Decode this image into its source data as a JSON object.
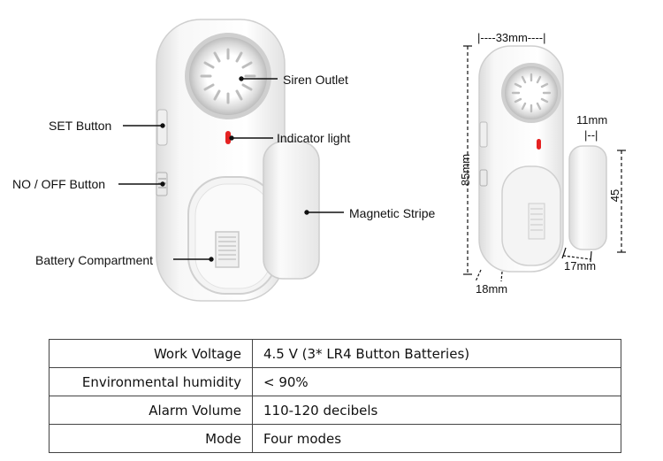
{
  "labels": {
    "siren_outlet": "Siren Outlet",
    "indicator_light": "Indicator light",
    "set_button": "SET Button",
    "no_off_button": "NO / OFF Button",
    "magnetic_stripe": "Magnetic Stripe",
    "battery_compartment": "Battery Compartment"
  },
  "dimensions": {
    "width_top": "|----33mm----|",
    "height_left": "85mm",
    "base_depth": "18mm",
    "magnet_width": "11mm",
    "magnet_width_bar": "|--|",
    "magnet_height": "45",
    "magnet_depth": "17mm"
  },
  "specs": [
    {
      "label": "Work Voltage",
      "value": "4.5 V (3* LR4 Button Batteries)"
    },
    {
      "label": "Environmental humidity",
      "value": "< 90%"
    },
    {
      "label": "Alarm Volume",
      "value": "110-120 decibels"
    },
    {
      "label": "Mode",
      "value": "Four modes"
    }
  ],
  "colors": {
    "indicator": "#e52222",
    "line": "#111111",
    "table_border": "#444444"
  }
}
